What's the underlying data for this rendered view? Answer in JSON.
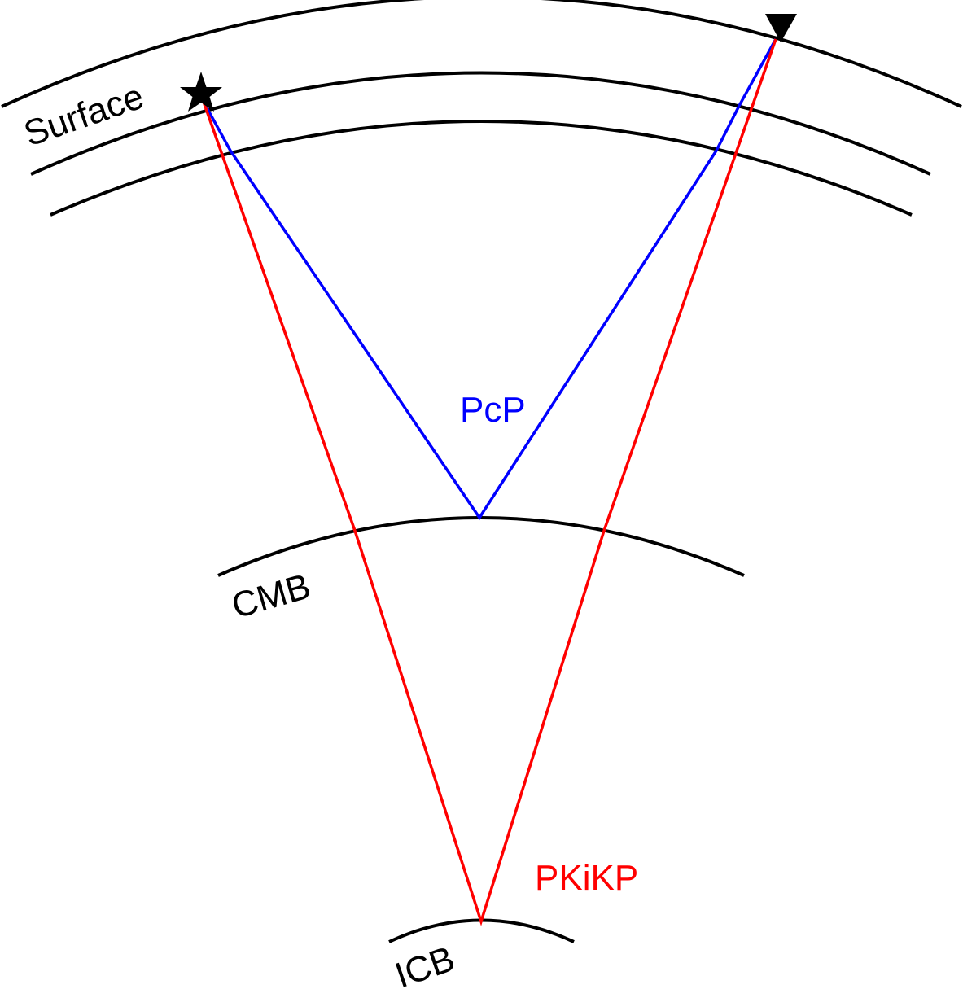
{
  "labels": {
    "surface": "Surface",
    "cmb": "CMB",
    "icb": "ICB",
    "pcp": "PcP",
    "pkikp": "PKiKP"
  },
  "colors": {
    "boundary": "#000000",
    "pcp": "#0000ff",
    "pkikp": "#ff0000",
    "source": "#000000",
    "receiver": "#000000"
  },
  "symbols": {
    "source": "star-icon",
    "receiver": "inverted-triangle-icon"
  }
}
